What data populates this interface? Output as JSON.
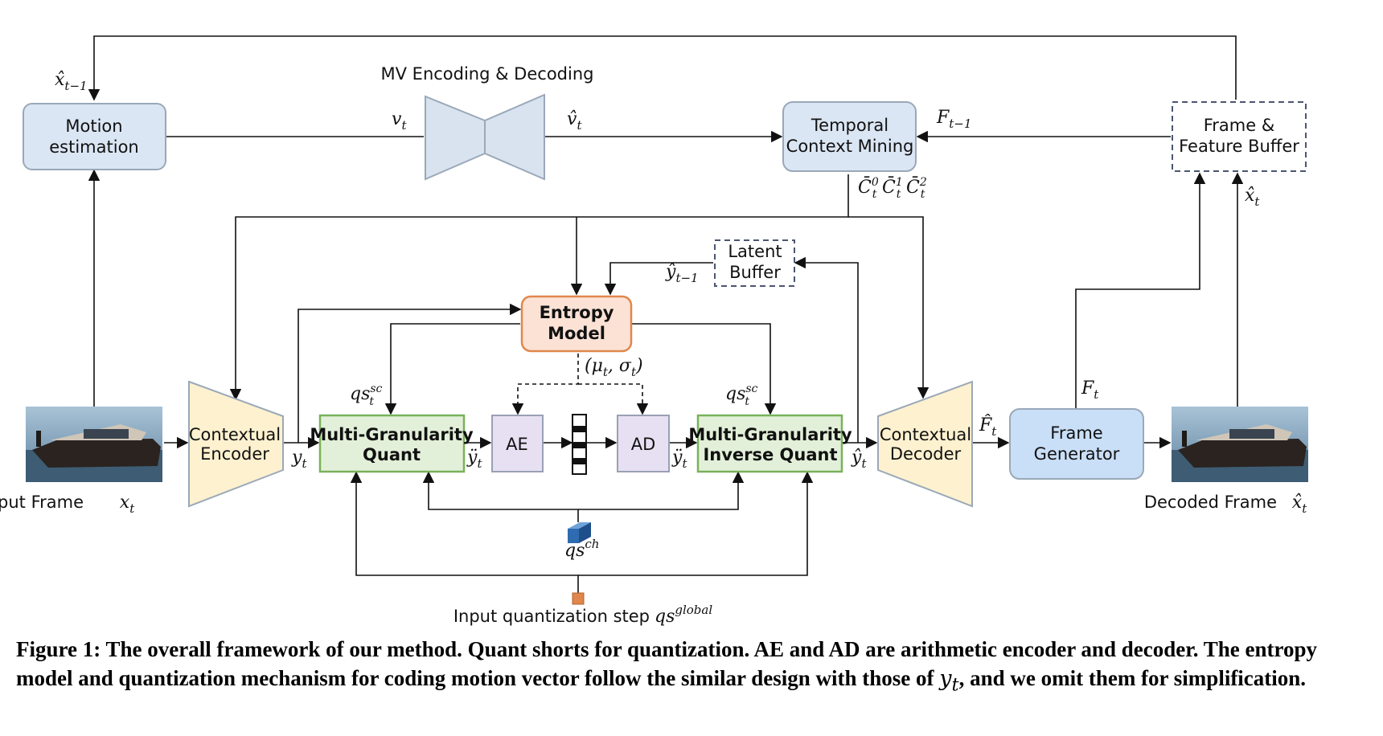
{
  "nodes": {
    "motion_estimation": [
      "Motion",
      "estimation"
    ],
    "mv_label": "MV Encoding & Decoding",
    "temporal_context": [
      "Temporal",
      "Context Mining"
    ],
    "frame_buffer": [
      "Frame &",
      "Feature Buffer"
    ],
    "latent_buffer": [
      "Latent",
      "Buffer"
    ],
    "entropy_model": [
      "Entropy",
      "Model"
    ],
    "contextual_encoder": [
      "Contextual",
      "Encoder"
    ],
    "mg_quant": [
      "Multi-Granularity",
      "Quant"
    ],
    "ae": "AE",
    "ad": "AD",
    "mg_inverse_quant": [
      "Multi-Granularity",
      "Inverse Quant"
    ],
    "contextual_decoder": [
      "Contextual",
      "Decoder"
    ],
    "frame_generator": [
      "Frame",
      "Generator"
    ],
    "input_frame": "Input Frame",
    "decoded_frame": "Decoded Frame",
    "input_qstep": "Input quantization step"
  },
  "symbols": {
    "x_prev": "x̂",
    "x_prev_sub": "t−1",
    "v": "v",
    "v_hat": "v̂",
    "F_prev": "F",
    "F_prev_sub": "t−1",
    "C_contexts": "C̄",
    "x_hat_t": "x̂",
    "y_prev": "ŷ",
    "y_prev_sub": "t−1",
    "mu_sigma": "(μ",
    "qs_sc": "qs",
    "qs_ch": "qs",
    "qs_global": "qs",
    "y_t": "y",
    "y_ddot": "ÿ",
    "y_hat": "ŷ",
    "F_hat": "F̂",
    "F_t": "F",
    "x_t": "x",
    "t": "t",
    "sc": "sc",
    "ch": "ch",
    "global": "global"
  },
  "caption": {
    "prefix": "Figure 1: The overall framework of our method. Quant shorts for quantization. AE and AD are arithmetic encoder and decoder. The entropy model and quantization mechanism for coding motion vector follow the similar design with those of ",
    "var": "y",
    "var_sub": "t",
    "suffix": ", and we omit them for simplification."
  },
  "colors": {
    "blue_box": "#dbe6f4",
    "blue_stroke": "#9aa8b8",
    "green_box": "#e3f0d9",
    "green_stroke": "#79b25a",
    "orange_box": "#fbe2d5",
    "orange_stroke": "#e0874d",
    "purple_box": "#e7e0f3",
    "yellow_box": "#fdf1cf",
    "frame_gen": "#c9dff7",
    "mv_gray": "#d8e3ef"
  }
}
